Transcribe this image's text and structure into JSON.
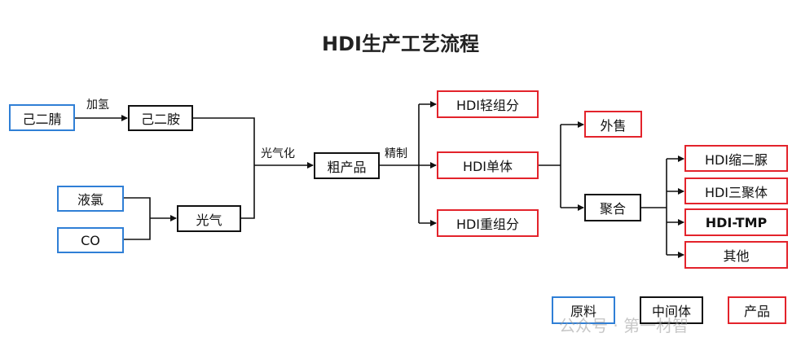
{
  "title": "HDI生产工艺流程",
  "nodes": {
    "adiponitrile": "己二腈",
    "hexanediamine": "己二胺",
    "liquid_chlorine": "液氯",
    "co": "CO",
    "phosgene": "光气",
    "crude_product": "粗产品",
    "hdi_light": "HDI轻组分",
    "hdi_monomer": "HDI单体",
    "hdi_heavy": "HDI重组分",
    "external_sale": "外售",
    "polymerization": "聚合",
    "hdi_biuret": "HDI缩二脲",
    "hdi_trimer": "HDI三聚体",
    "hdi_tmp": "HDI-TMP",
    "others": "其他"
  },
  "edge_labels": {
    "hydrogenation": "加氢",
    "phosgenation": "光气化",
    "refining": "精制"
  },
  "legend": {
    "raw_material": "原料",
    "intermediate": "中间体",
    "product": "产品"
  },
  "colors": {
    "raw_material": "#2f7fd6",
    "intermediate": "#111111",
    "product": "#e3232b"
  },
  "watermark": "公众号 · 第一材智"
}
